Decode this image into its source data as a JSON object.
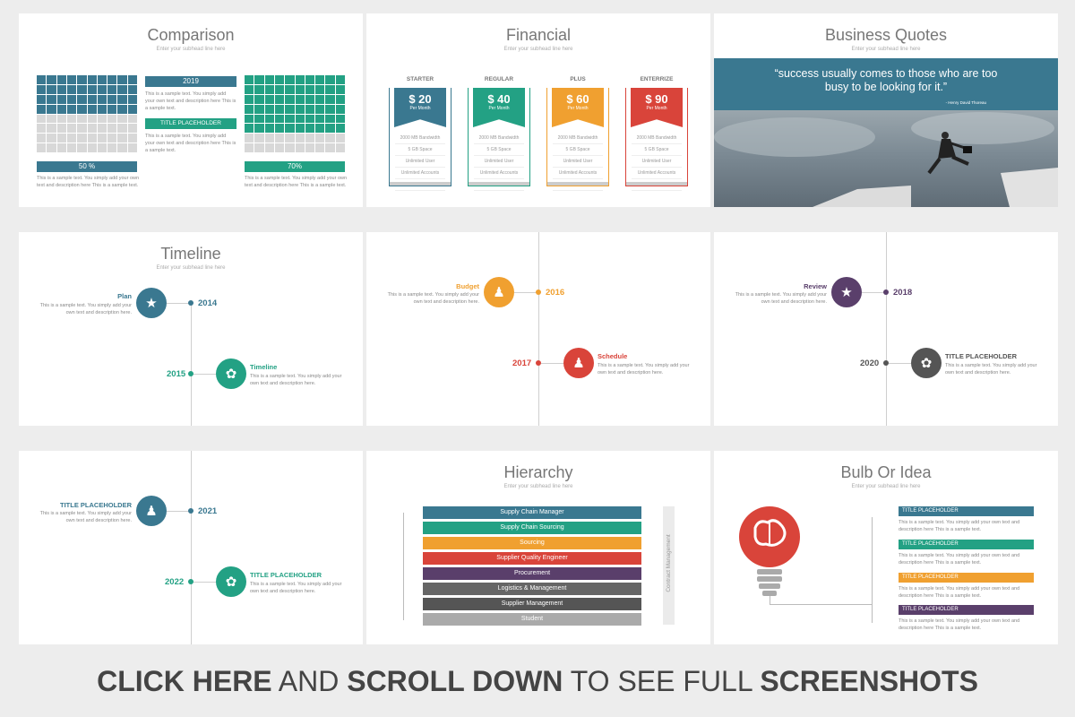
{
  "slide_comparison": {
    "title": "Comparison",
    "subtitle": "Enter your subhead line here",
    "left_percent": "50 %",
    "right_percent": "70%",
    "mid_year": "2019",
    "mid_placeholder": "TITLE PLACEHOLDER",
    "mid_text_1": "This is a sample text. You simply add your own text and description here This is a sample text.",
    "mid_text_2": "This is a sample text. You simply add your own text and description here This is a sample text.",
    "left_text": "This is a sample text. You simply add your own text and description here This is a sample text.",
    "right_text": "This is a sample text. You simply add your own text and description here This is a sample text."
  },
  "slide_financial": {
    "title": "Financial",
    "subtitle": "Enter your subhead line here",
    "plans": [
      {
        "name": "STARTER",
        "price": "$ 20",
        "per": "Per Month",
        "color": "#3a7890"
      },
      {
        "name": "REGULAR",
        "price": "$ 40",
        "per": "Per Month",
        "color": "#23a184"
      },
      {
        "name": "PLUS",
        "price": "$ 60",
        "per": "Per Month",
        "color": "#f0a030"
      },
      {
        "name": "ENTERRIZE",
        "price": "$ 90",
        "per": "Per Month",
        "color": "#d9443a"
      }
    ],
    "features": [
      "2000 MB Bandwidth",
      "5 GB Space",
      "Unlimited User",
      "Unlimited Accounts",
      "2000 MB Bandwidth"
    ]
  },
  "slide_quotes": {
    "title": "Business Quotes",
    "subtitle": "Enter your subhead line here",
    "quote": "“success usually comes to those who are too busy to be looking for it.”",
    "author": "- Henry David Thoreau"
  },
  "slide_timeline1": {
    "title": "Timeline",
    "subtitle": "Enter your subhead line here",
    "item1_title": "Plan",
    "item1_year": "2014",
    "item1_text": "This is a sample text. You simply add your own text and description here.",
    "item2_title": "Timeline",
    "item2_year": "2015",
    "item2_text": "This is a sample text. You simply add your own text and description here."
  },
  "slide_timeline2": {
    "item1_title": "Budget",
    "item1_year": "2016",
    "item1_text": "This is a sample text. You simply add your own text and description here.",
    "item2_title": "Schedule",
    "item2_year": "2017",
    "item2_text": "This is a sample text. You simply add your own text and description here."
  },
  "slide_timeline3": {
    "item1_title": "Review",
    "item1_year": "2018",
    "item1_text": "This is a sample text. You simply add your own text and description here.",
    "item2_title": "TITLE PLACEHOLDER",
    "item2_year": "2020",
    "item2_text": "This is a sample text. You simply add your own text and description here."
  },
  "slide_timeline4": {
    "item1_title": "TITLE PLACEHOLDER",
    "item1_year": "2021",
    "item1_text": "This is a sample text. You simply add your own text and description here.",
    "item2_title": "TITLE PLACEHOLDER",
    "item2_year": "2022",
    "item2_text": "This is a sample text. You simply add your own text and description here."
  },
  "slide_hierarchy": {
    "title": "Hierarchy",
    "subtitle": "Enter your subhead line here",
    "side_label": "Contract Management",
    "levels": [
      {
        "label": "Supply Chain Manager",
        "color": "#3a7890"
      },
      {
        "label": "Supply Chain Sourcing",
        "color": "#23a184"
      },
      {
        "label": "Sourcing",
        "color": "#f0a030"
      },
      {
        "label": "Supplier Quality Engineer",
        "color": "#d9443a"
      },
      {
        "label": "Procurement",
        "color": "#5a3f6b"
      },
      {
        "label": "Logistics & Management",
        "color": "#666666"
      },
      {
        "label": "Supplier Management",
        "color": "#555555"
      },
      {
        "label": "Student",
        "color": "#aaaaaa"
      }
    ]
  },
  "slide_bulb": {
    "title": "Bulb Or Idea",
    "subtitle": "Enter your subhead line here",
    "items": [
      {
        "title": "TITLE PLACEHOLDER",
        "color": "#3a7890",
        "text": "This is a sample text. You simply add your own text and description here This is a sample text."
      },
      {
        "title": "TITLE PLACEHOLDER",
        "color": "#23a184",
        "text": "This is a sample text. You simply add your own text and description here This is a sample text."
      },
      {
        "title": "TITLE PLACEHOLDER",
        "color": "#f0a030",
        "text": "This is a sample text. You simply add your own text and description here This is a sample text."
      },
      {
        "title": "TITLE PLACEHOLDER",
        "color": "#5a3f6b",
        "text": "This is a sample text. You simply add your own text and description here This is a sample text."
      }
    ]
  },
  "footer": {
    "part1": "CLICK HERE",
    "part2": " AND ",
    "part3": "SCROLL DOWN",
    "part4": " TO SEE FULL ",
    "part5": "SCREENSHOTS"
  },
  "colors": {
    "blue": "#3a7890",
    "green": "#23a184",
    "orange": "#f0a030",
    "red": "#d9443a",
    "purple": "#5a3f6b",
    "gray": "#666666"
  }
}
